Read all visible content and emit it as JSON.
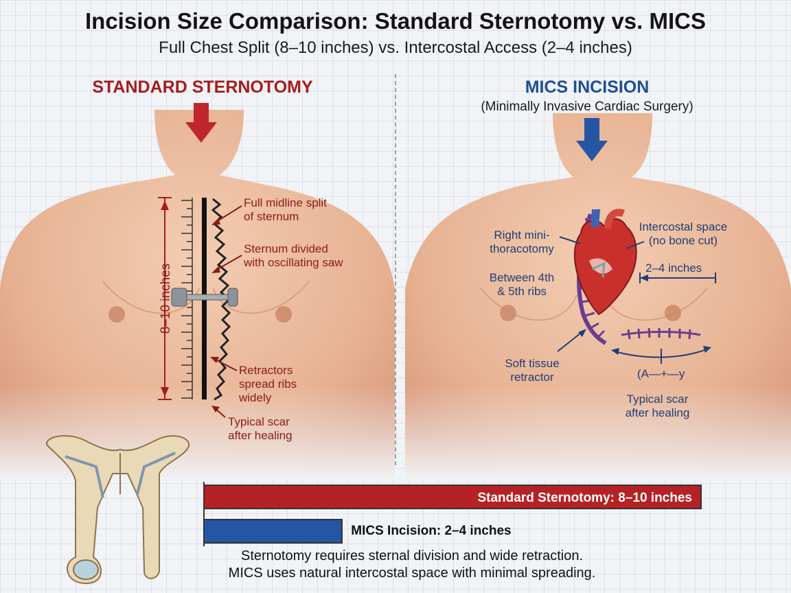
{
  "title": "Incision Size Comparison: Standard Sternotomy vs. MICS",
  "subtitle": "Full Chest Split (8–10 inches) vs. Intercostal Access (2–4 inches)",
  "left_panel": {
    "heading": "STANDARD STERNOTOMY",
    "measure_label": "8–10 inches",
    "callouts": [
      [
        "Full midline split",
        "of sternum"
      ],
      [
        "Sternum divided",
        "with oscillating saw"
      ],
      [
        "Retractors",
        "spread ribs",
        "widely"
      ],
      [
        "Typical scar",
        "after healing"
      ]
    ]
  },
  "right_panel": {
    "heading": "MICS INCISION",
    "subheading": "(Minimally Invasive Cardiac Surgery)",
    "callouts": {
      "right_mini": [
        "Right mini-",
        "thoracotomy"
      ],
      "between_ribs": [
        "Between 4th",
        "& 5th ribs"
      ],
      "intercostal": [
        "Intercostal space",
        "(no bone cut)"
      ],
      "size": "2–4 inches",
      "retractor": [
        "Soft tissue",
        "retractor"
      ],
      "scar_mark": "(A—+—y",
      "scar": [
        "Typical scar",
        "after healing"
      ]
    }
  },
  "bar_data": {
    "series": [
      {
        "label": "Standard Sternotomy: 8–10 inches",
        "value": 10,
        "color": "#b52225"
      },
      {
        "label": "MICS Incision: 2–4 inches",
        "value": 4,
        "color": "#2456a4"
      }
    ],
    "max": 10
  },
  "footer": [
    "Sternotomy requires sternal division and wide retraction.",
    "MICS uses natural intercostal space with minimal spreading."
  ]
}
